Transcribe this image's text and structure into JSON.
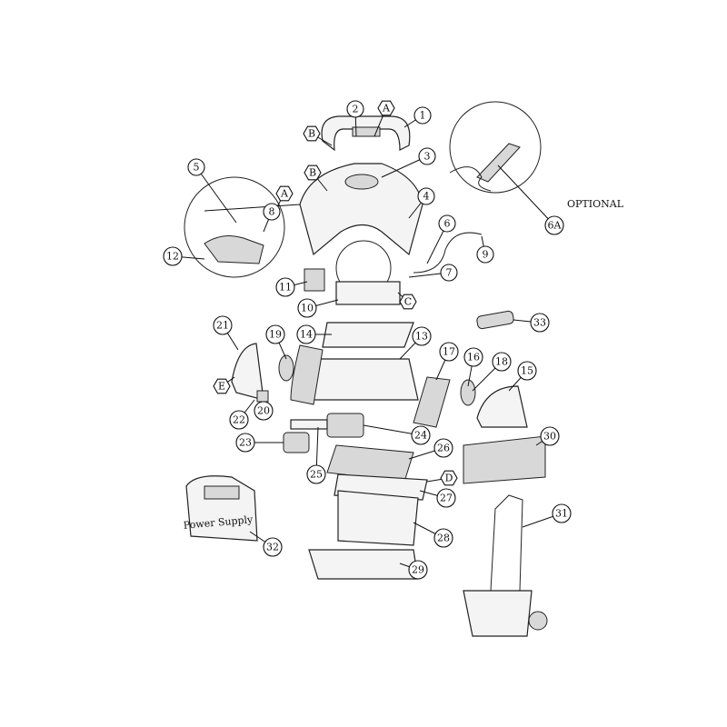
{
  "title": "Exploded parts diagram",
  "callouts": [
    {
      "id": "1",
      "shape": "circle"
    },
    {
      "id": "2",
      "shape": "circle"
    },
    {
      "id": "A",
      "shape": "hex"
    },
    {
      "id": "B",
      "shape": "hex"
    },
    {
      "id": "3",
      "shape": "circle"
    },
    {
      "id": "B",
      "shape": "hex"
    },
    {
      "id": "4",
      "shape": "circle"
    },
    {
      "id": "5",
      "shape": "circle"
    },
    {
      "id": "A",
      "shape": "hex"
    },
    {
      "id": "8",
      "shape": "circle"
    },
    {
      "id": "6",
      "shape": "circle"
    },
    {
      "id": "9",
      "shape": "circle"
    },
    {
      "id": "6A",
      "shape": "circle"
    },
    {
      "id": "12",
      "shape": "circle"
    },
    {
      "id": "7",
      "shape": "circle"
    },
    {
      "id": "11",
      "shape": "circle"
    },
    {
      "id": "10",
      "shape": "circle"
    },
    {
      "id": "C",
      "shape": "hex"
    },
    {
      "id": "33",
      "shape": "circle"
    },
    {
      "id": "21",
      "shape": "circle"
    },
    {
      "id": "19",
      "shape": "circle"
    },
    {
      "id": "14",
      "shape": "circle"
    },
    {
      "id": "13",
      "shape": "circle"
    },
    {
      "id": "17",
      "shape": "circle"
    },
    {
      "id": "16",
      "shape": "circle"
    },
    {
      "id": "18",
      "shape": "circle"
    },
    {
      "id": "15",
      "shape": "circle"
    },
    {
      "id": "E",
      "shape": "hex"
    },
    {
      "id": "22",
      "shape": "circle"
    },
    {
      "id": "20",
      "shape": "circle"
    },
    {
      "id": "24",
      "shape": "circle"
    },
    {
      "id": "23",
      "shape": "circle"
    },
    {
      "id": "26",
      "shape": "circle"
    },
    {
      "id": "30",
      "shape": "circle"
    },
    {
      "id": "25",
      "shape": "circle"
    },
    {
      "id": "D",
      "shape": "hex"
    },
    {
      "id": "27",
      "shape": "circle"
    },
    {
      "id": "31",
      "shape": "circle"
    },
    {
      "id": "32",
      "shape": "circle"
    },
    {
      "id": "28",
      "shape": "circle"
    },
    {
      "id": "29",
      "shape": "circle"
    }
  ],
  "optional_label": "OPTIONAL",
  "power_supply_logo": "Power Supply"
}
